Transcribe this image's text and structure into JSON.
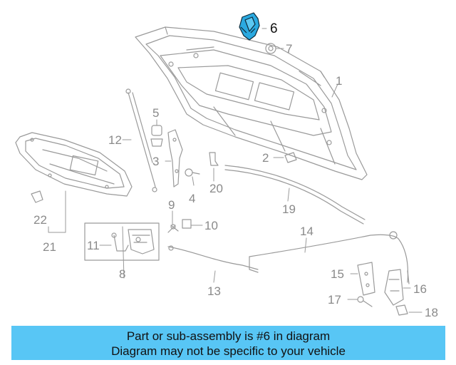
{
  "diagram": {
    "highlight_part": "6",
    "highlight_color": "#2aa9e0",
    "line_color": "#9a9a9a",
    "callouts": [
      "1",
      "2",
      "3",
      "4",
      "5",
      "6",
      "7",
      "8",
      "9",
      "10",
      "11",
      "12",
      "13",
      "14",
      "15",
      "16",
      "17",
      "18",
      "19",
      "20",
      "21",
      "22"
    ]
  },
  "banner": {
    "background": "#58c6f5",
    "line1": "Part or sub-assembly is #6 in diagram",
    "line2": "Diagram may not be specific to your vehicle"
  }
}
